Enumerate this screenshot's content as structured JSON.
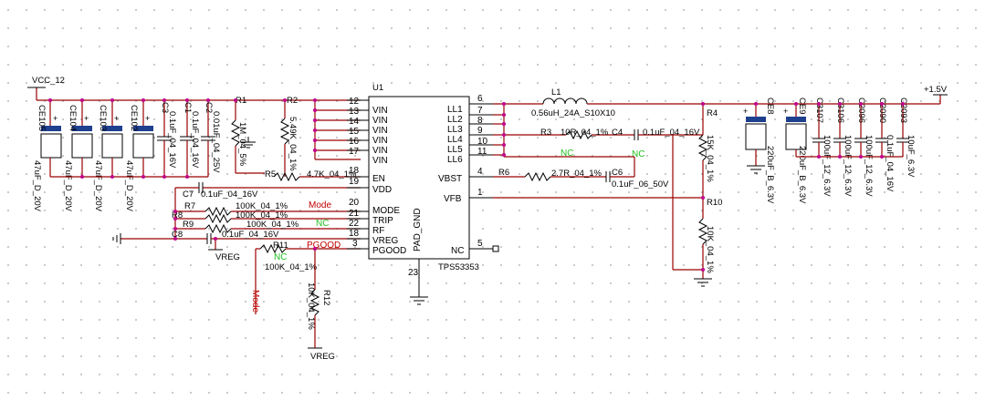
{
  "schematic": {
    "ic": {
      "refdes": "U1",
      "part": "TPS53353",
      "left_pins": [
        {
          "num": "12",
          "name": "VIN"
        },
        {
          "num": "13",
          "name": "VIN"
        },
        {
          "num": "14",
          "name": "VIN"
        },
        {
          "num": "15",
          "name": "VIN"
        },
        {
          "num": "16",
          "name": "VIN"
        },
        {
          "num": "17",
          "name": "VIN"
        },
        {
          "num": "18",
          "name": "EN"
        },
        {
          "num": "19",
          "name": "VDD"
        },
        {
          "num": "20",
          "name": "MODE"
        },
        {
          "num": "21",
          "name": "TRIP"
        },
        {
          "num": "22",
          "name": "RF"
        },
        {
          "num": "18",
          "name": "VREG"
        },
        {
          "num": "3",
          "name": "PGOOD"
        }
      ],
      "right_pins": [
        {
          "num": "6",
          "name": "LL1"
        },
        {
          "num": "7",
          "name": "LL2"
        },
        {
          "num": "8",
          "name": "LL3"
        },
        {
          "num": "9",
          "name": "LL4"
        },
        {
          "num": "10",
          "name": "LL5"
        },
        {
          "num": "11",
          "name": "LL6"
        },
        {
          "num": "4",
          "name": "VBST"
        },
        {
          "num": "1",
          "name": "VFB"
        },
        {
          "num": "5",
          "name": "NC"
        }
      ],
      "bottom_pin": {
        "num": "23",
        "name": "PAD_GND"
      }
    },
    "power_nets": {
      "input": "VCC_12",
      "output": "+1.5V",
      "vreg": "VREG"
    },
    "input_caps": [
      {
        "ref": "CE105",
        "value": "47uF_D_20V"
      },
      {
        "ref": "CE104",
        "value": "47uF_D_20V"
      },
      {
        "ref": "CE103",
        "value": "47uF_D_20V"
      },
      {
        "ref": "CE102",
        "value": "47uF_D_20V"
      },
      {
        "ref": "C3",
        "value": "0.1uF_04_16V"
      },
      {
        "ref": "C1",
        "value": "0.1uF_04_16V"
      },
      {
        "ref": "C2",
        "value": "0.01uF_04_25V"
      }
    ],
    "resistors": [
      {
        "ref": "R1",
        "value": "1M_04_5%"
      },
      {
        "ref": "R2",
        "value": "5.49K_04_1%"
      },
      {
        "ref": "R5",
        "value": "4.7K_04_1%"
      },
      {
        "ref": "R7",
        "value": "100K_04_1%"
      },
      {
        "ref": "R8",
        "value": "100K_04_1%"
      },
      {
        "ref": "R9",
        "value": "100K_04_1%"
      },
      {
        "ref": "R11",
        "value": "100K_04_1%"
      },
      {
        "ref": "R12",
        "value": "10K_04_1%"
      },
      {
        "ref": "R3",
        "value": "10R_04_1%"
      },
      {
        "ref": "R6",
        "value": "2.7R_04_1%"
      },
      {
        "ref": "R4",
        "value": "15K_04_1%"
      },
      {
        "ref": "R10",
        "value": "10K_04_1%"
      }
    ],
    "caps_misc": [
      {
        "ref": "C7",
        "value": "0.1uF_04_16V"
      },
      {
        "ref": "C8",
        "value": "0.1uF_04_16V"
      },
      {
        "ref": "C4",
        "value": "0.1uF_04_16V"
      },
      {
        "ref": "C6",
        "value": "0.1uF_06_50V"
      }
    ],
    "inductor": {
      "ref": "L1",
      "value": "0.56uH_24A_S10X10"
    },
    "output_caps": [
      {
        "ref": "CE8",
        "value": "220uF_B_6.3V"
      },
      {
        "ref": "CE9",
        "value": "220uF_B_6.3V"
      },
      {
        "ref": "C3107",
        "value": "100uF_12_6.3V"
      },
      {
        "ref": "C3106",
        "value": "100uF_12_6.3V"
      },
      {
        "ref": "C2096",
        "value": "100uF_12_6.3V"
      },
      {
        "ref": "C2090",
        "value": "0.1uF_04_16V"
      },
      {
        "ref": "C2093",
        "value": "10uF_6.3V"
      }
    ],
    "annotations": {
      "mode": "Mode",
      "nc": "NC",
      "pgood": "PGOOD",
      "mode_net": "Mode"
    },
    "colors": {
      "wire": "#9b0000",
      "junction": "#c0008a",
      "annotation_red": "#c00000",
      "annotation_green": "#1fc01f",
      "cap_fill": "#1f3f8f"
    }
  }
}
